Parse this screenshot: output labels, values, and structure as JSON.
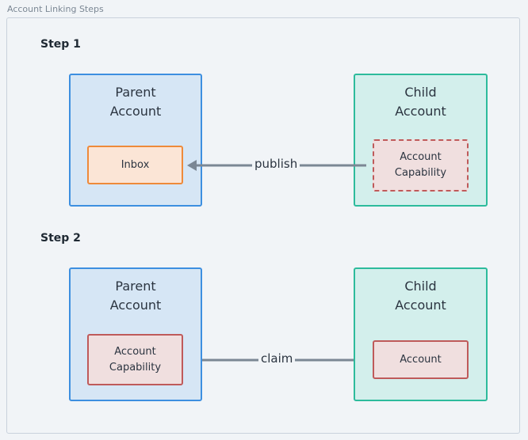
{
  "frame_title": "Account Linking Steps",
  "steps": [
    {
      "label": "Step 1",
      "parent": {
        "title_line1": "Parent",
        "title_line2": "Account",
        "inner": "Inbox"
      },
      "child": {
        "title_line1": "Child",
        "title_line2": "Account",
        "inner_line1": "Account",
        "inner_line2": "Capability"
      },
      "arrow_label": "publish"
    },
    {
      "label": "Step 2",
      "parent": {
        "title_line1": "Parent",
        "title_line2": "Account",
        "inner_line1": "Account",
        "inner_line2": "Capability"
      },
      "child": {
        "title_line1": "Child",
        "title_line2": "Account",
        "inner": "Account"
      },
      "arrow_label": "claim"
    }
  ],
  "colors": {
    "parent_border": "#3d8fe0",
    "child_border": "#2dbb9c",
    "inbox": "#ee8a3a",
    "capability": "#bf5a5a",
    "arrow": "#7b8794"
  }
}
